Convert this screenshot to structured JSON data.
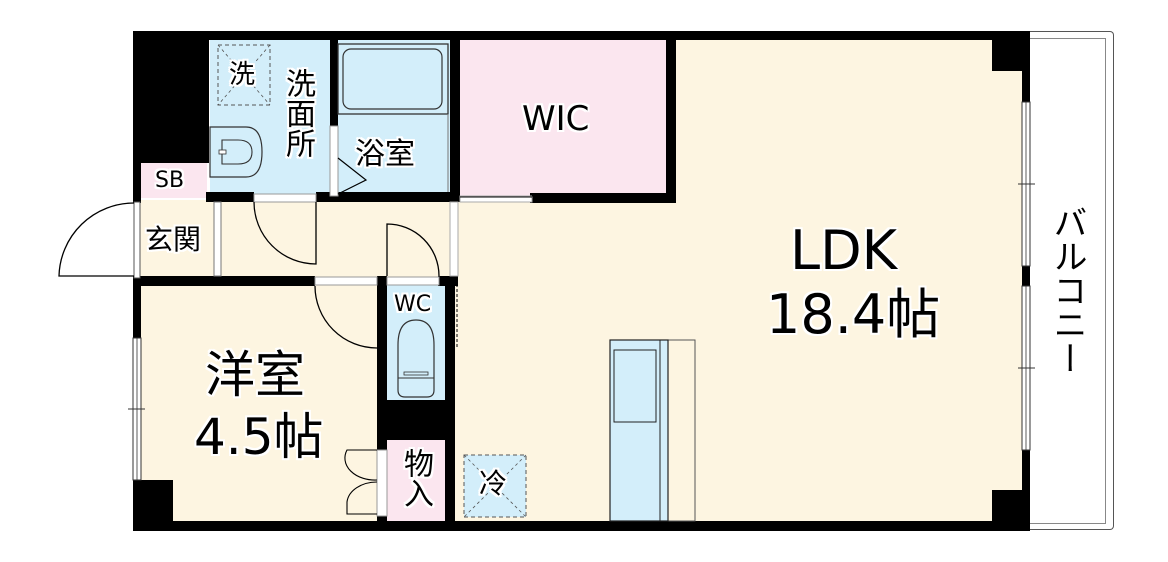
{
  "floorplan": {
    "colors": {
      "wall": "#000000",
      "living": "#fdf5e1",
      "wet_area": "#d3eefa",
      "storage": "#fbe6ef",
      "balcony": "#ffffff"
    },
    "rooms": {
      "ldk": {
        "name": "LDK",
        "size": "18.4帖"
      },
      "western_room": {
        "name": "洋室",
        "size": "4.5帖"
      },
      "wic": {
        "name": "WIC"
      },
      "washroom": {
        "name": "洗面所"
      },
      "washer": {
        "name": "洗"
      },
      "bathroom": {
        "name": "浴室"
      },
      "toilet": {
        "name": "WC"
      },
      "storage": {
        "name": "物入"
      },
      "shoe_box": {
        "name": "SB"
      },
      "entrance": {
        "name": "玄関"
      },
      "fridge": {
        "name": "冷"
      },
      "balcony": {
        "name": "バルコニー"
      }
    }
  }
}
